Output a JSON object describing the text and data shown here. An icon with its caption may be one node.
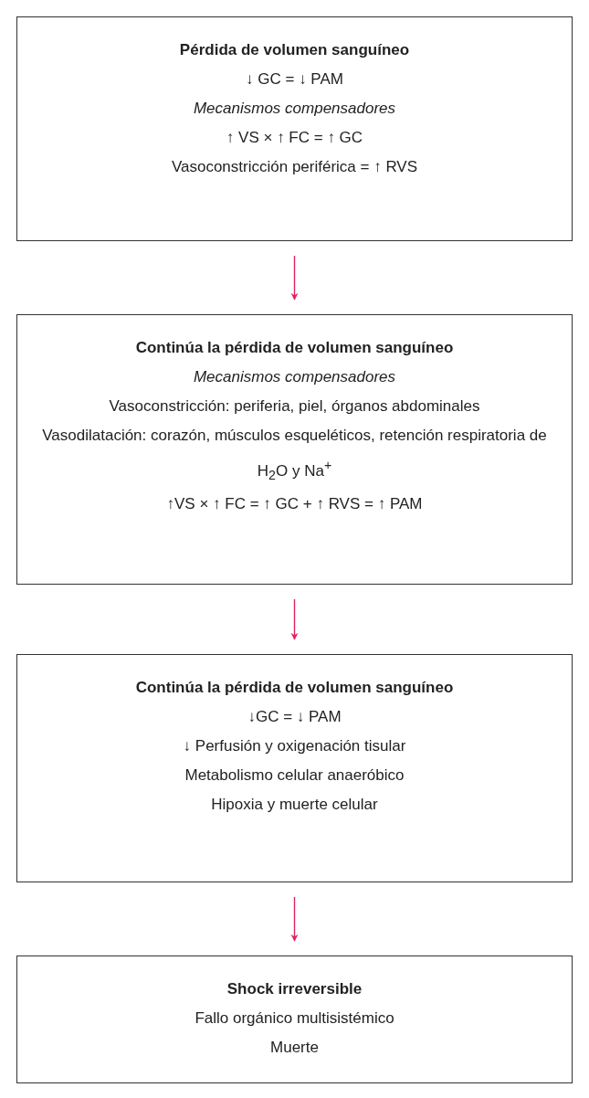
{
  "diagram": {
    "nodes": [
      {
        "text": [
          "Pérdida de volumen sanguíneo",
          "↓ GC = ↓ PAM",
          "Mecanismos compensadores",
          "↑ VS × ↑ FC = ↑ GC",
          "Vasoconstricción periférica = ↑ RVS"
        ]
      },
      {
        "text": [
          "Continúa la pérdida de volumen sanguíneo",
          "Mecanismos compensadores",
          "Vasoconstricción: periferia, piel, órganos abdominales",
          "Vasodilatación: corazón, músculos esqueléticos, retención respiratoria de H$_{2}$O y Na$^{+}$",
          "↑VS × ↑ FC = ↑ GC + ↑ RVS = ↑ PAM"
        ]
      },
      {
        "text": [
          "Continúa la pérdida de volumen sanguíneo",
          "↓GC = ↓ PAM",
          "↓ Perfusión y oxigenación tisular",
          "Metabolismo celular anaeróbico",
          "Hipoxia y muerte celular"
        ]
      },
      {
        "text": [
          "Shock irreversible",
          "Fallo orgánico multisistémico",
          "Muerte"
        ]
      }
    ],
    "edges": [
      {
        "from": 0,
        "to": 1,
        "arrow": "to"
      },
      {
        "from": 1,
        "to": 2,
        "arrow": "to"
      },
      {
        "from": 2,
        "to": 3,
        "arrow": "to"
      }
    ]
  }
}
